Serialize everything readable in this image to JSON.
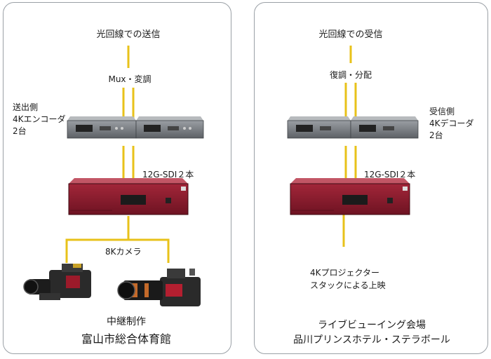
{
  "left": {
    "top_label": "光回線での送信",
    "mux_label": "Mux・変調",
    "side_label_lines": [
      "送出側",
      "4Kエンコーダ",
      "2台"
    ],
    "sdi_label": "12G-SDI２本",
    "camera_label": "8Kカメラ",
    "venue_lines": [
      "中継制作",
      "富山市総合体育館"
    ]
  },
  "right": {
    "top_label": "光回線での受信",
    "demod_label": "復調・分配",
    "side_label_lines": [
      "受信側",
      "4Kデコーダ",
      "2台"
    ],
    "sdi_label": "12G-SDI２本",
    "output_lines": [
      "4Kプロジェクター",
      "スタックによる上映"
    ],
    "venue_lines": [
      "ライブビューイング会場",
      "品川プリンスホテル・ステラボール"
    ]
  },
  "colors": {
    "line": "#E8C21A",
    "panel_border": "#9aa0a6",
    "recorder": "#8B1E2E",
    "unit": "#6f7377"
  },
  "icons": [
    "encoder-unit-icon",
    "decoder-unit-icon",
    "8k-recorder-icon",
    "8k-camera-icon"
  ]
}
